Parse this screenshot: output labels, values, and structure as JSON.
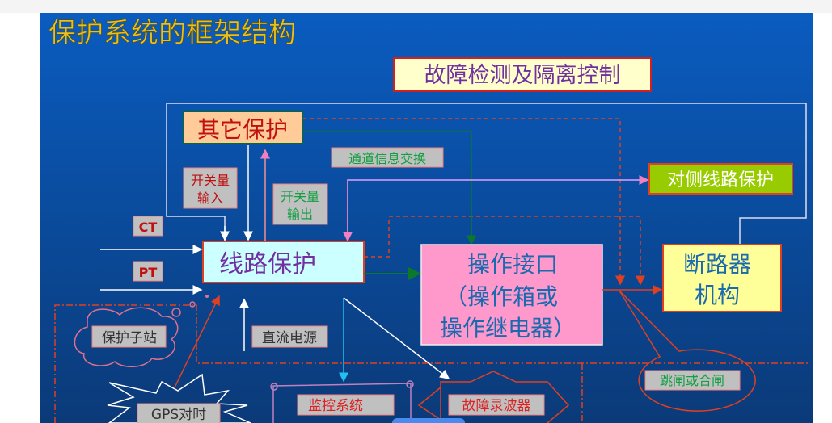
{
  "slide": {
    "title": "保护系统的框架结构",
    "header_box": "故障检测及隔离控制",
    "other_protection": "其它保护",
    "channel_exchange": "通道信息交换",
    "remote_line_protection": "对侧线路保护",
    "switch_input": [
      "开关量",
      "输入"
    ],
    "switch_output": [
      "开关量",
      "输出"
    ],
    "ct": "CT",
    "pt": "PT",
    "line_protection": "线路保护",
    "operation_interface": [
      "操作接口",
      "（操作箱或",
      "操作继电器）"
    ],
    "breaker": [
      "断路器",
      "机构"
    ],
    "trip_or_close": "跳闸或合闸",
    "protection_substation": "保护子站",
    "dc_power": "直流电源",
    "gps_sync": "GPS对时",
    "monitoring_system": "监控系统",
    "fault_recorder": "故障录波器"
  },
  "colors": {
    "background": "#0a56b0",
    "title": "#e8c020",
    "red": "#e04020"
  }
}
